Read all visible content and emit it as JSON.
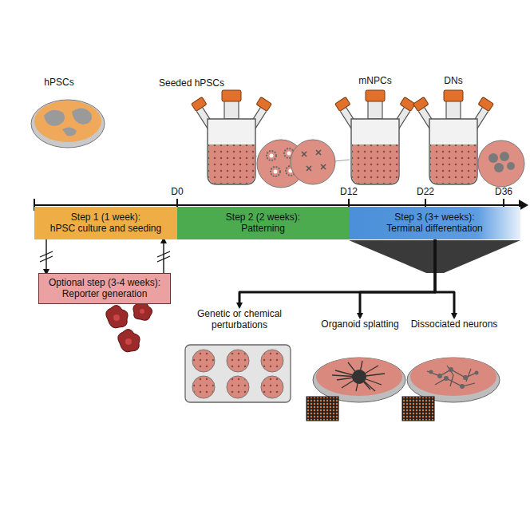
{
  "diagram": {
    "nodes": [
      {
        "text": [
          "Step 1 (1 week):",
          "hPSC culture and seeding"
        ]
      },
      {
        "text": [
          "Step 2 (2 weeks):",
          "Patterning"
        ]
      },
      {
        "text": [
          "Step 3 (3+ weeks):",
          "Terminal differentiation"
        ]
      },
      {
        "text": [
          "Optional step (3-4 weeks):",
          "Reporter generation"
        ]
      },
      {
        "text": [
          "Genetic or chemical perturbations"
        ]
      },
      {
        "text": [
          "Organoid splatting"
        ]
      },
      {
        "text": [
          "Dissociated neurons"
        ]
      }
    ],
    "edges": [
      {
        "from": 0,
        "to": 3,
        "arrow": "to"
      },
      {
        "from": 3,
        "to": 0,
        "arrow": "to"
      },
      {
        "from": 2,
        "to": 4,
        "arrow": "to"
      },
      {
        "from": 2,
        "to": 5,
        "arrow": "to"
      },
      {
        "from": 2,
        "to": 6,
        "arrow": "to"
      }
    ],
    "labels": [
      "hPSCs",
      "Seeded hPSCs",
      "mNPCs",
      "DNs",
      "D0",
      "D12",
      "D22",
      "D36"
    ]
  }
}
